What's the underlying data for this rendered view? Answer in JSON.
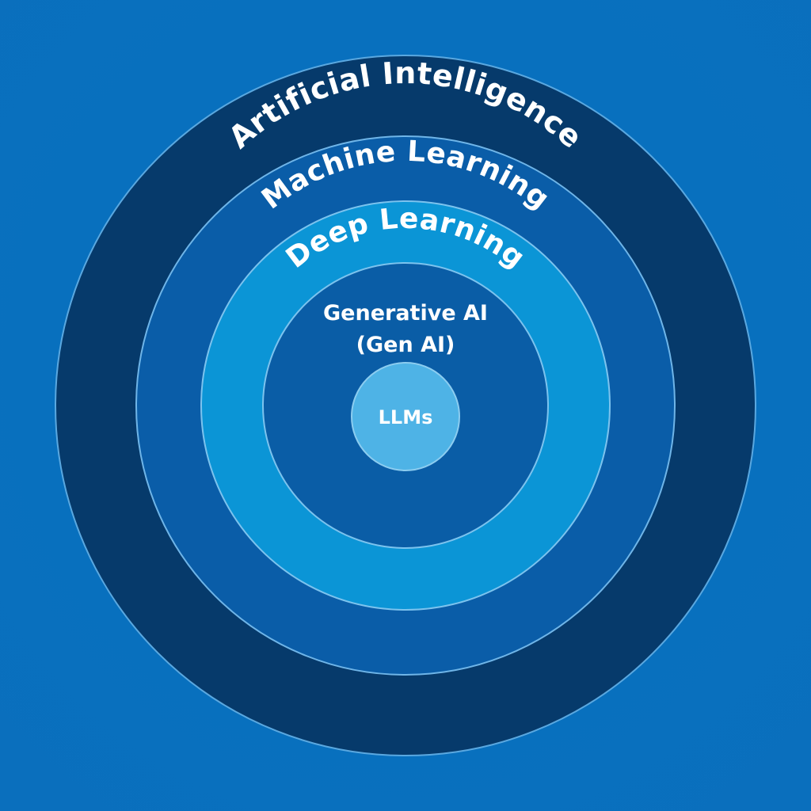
{
  "diagram": {
    "layers": [
      {
        "label": "Artificial Intelligence",
        "fill": "#063a6b"
      },
      {
        "label": "Machine Learning",
        "fill": "#0a5da8"
      },
      {
        "label": "Deep Learning",
        "fill": "#0b95d6"
      },
      {
        "label_line1": "Generative AI",
        "label_line2": "(Gen AI)",
        "fill": "#0a5da6"
      },
      {
        "label": "LLMs",
        "fill": "#4eb3e6"
      }
    ],
    "colors": {
      "background": "#0872bf",
      "outline": "#6fb5e8",
      "text": "#ffffff"
    }
  }
}
